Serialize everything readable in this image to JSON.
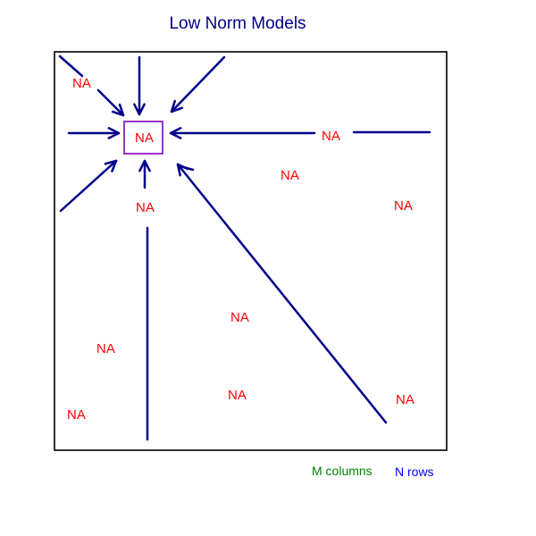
{
  "title": "Low Norm Models",
  "cell_label": "NA",
  "legend": {
    "columns": "M columns",
    "rows": "N rows"
  },
  "colors": {
    "title": "#00008b",
    "arrow": "#00008b",
    "na": "#ff0000",
    "highlight_box": "#9932cc",
    "frame": "#000000",
    "columns_text": "#008000",
    "rows_text": "#0000ff"
  }
}
